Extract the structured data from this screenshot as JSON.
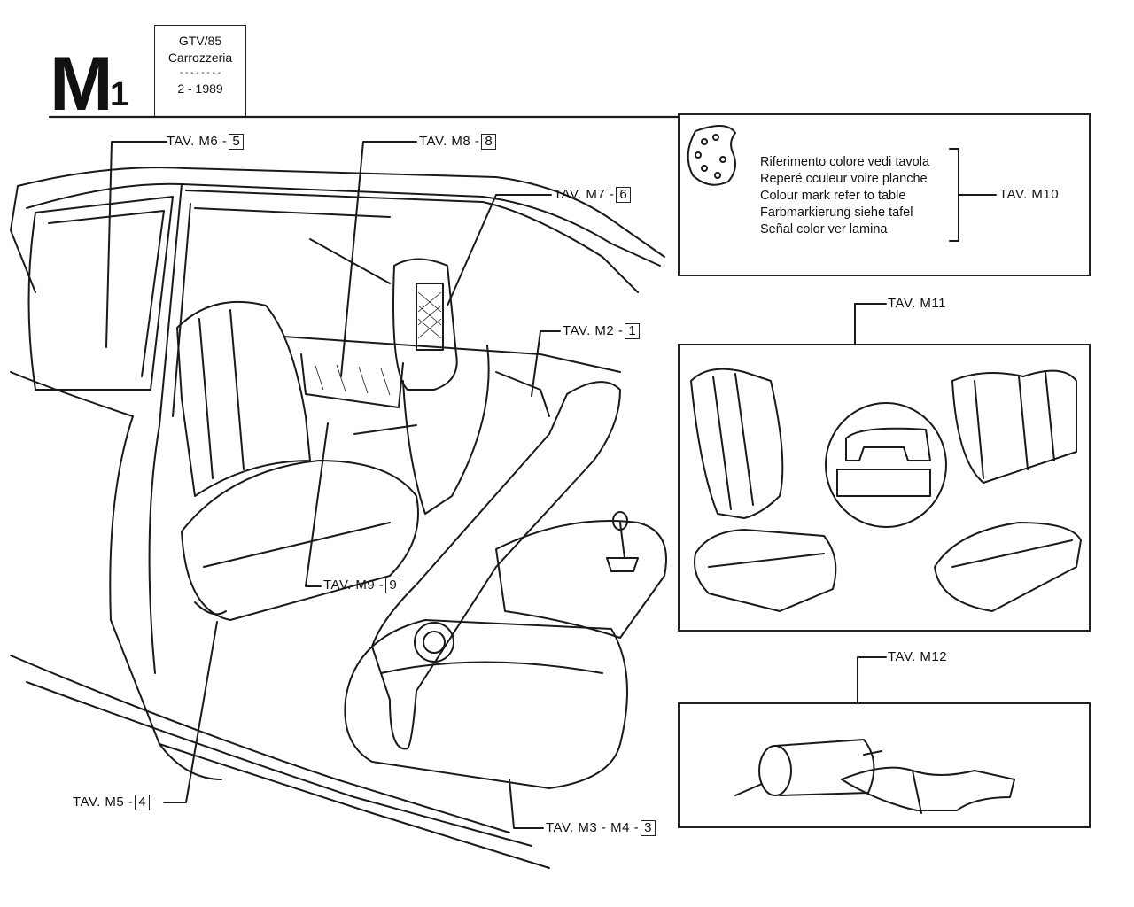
{
  "header": {
    "title": "M",
    "title_sub": "1",
    "model": "GTV/85",
    "section": "Carrozzeria",
    "divider": "- - - - - - - -",
    "date": "2 - 1989"
  },
  "callouts": [
    {
      "label": "TAV. M6 -",
      "num": "5"
    },
    {
      "label": "TAV. M8 -",
      "num": "8"
    },
    {
      "label": "TAV. M7 -",
      "num": "6"
    },
    {
      "label": "TAV. M2 -",
      "num": "1"
    },
    {
      "label": "TAV. M9 -",
      "num": "9"
    },
    {
      "label": "TAV. M5 -",
      "num": "4"
    },
    {
      "label": "TAV. M3 - M4 -",
      "num": "3"
    }
  ],
  "color_reference": {
    "lines": [
      "Riferimento colore vedi tavola",
      "Reperé cculeur voire planche",
      "Colour mark refer to table",
      "Farbmarkierung siehe tafel",
      "Señal color ver lamina"
    ],
    "table": "TAV. M10"
  },
  "panels": {
    "seats": "TAV. M11",
    "tools": "TAV. M12"
  }
}
